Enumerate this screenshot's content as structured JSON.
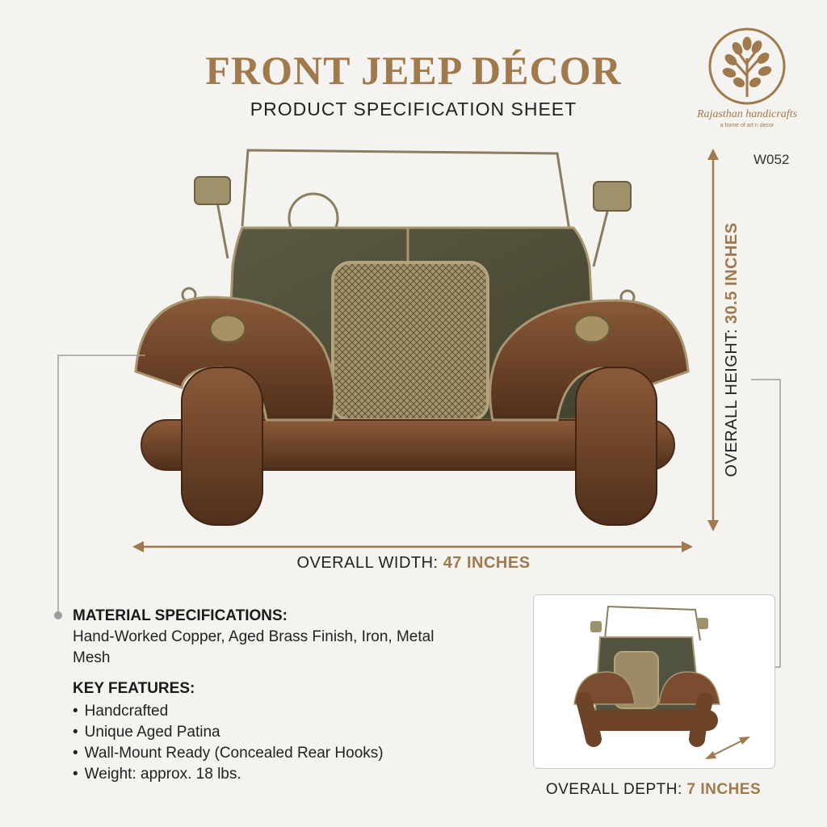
{
  "header": {
    "title": "FRONT JEEP DÉCOR",
    "subtitle": "PRODUCT SPECIFICATION SHEET"
  },
  "brand": {
    "name": "Rajasthan handicrafts",
    "tagline": "a home of art n decor",
    "logo_icon": "tree-icon",
    "accent_color": "#a07a4c"
  },
  "product": {
    "code": "W052"
  },
  "dimensions": {
    "height_label": "OVERALL HEIGHT:",
    "height_value": "30.5 INCHES",
    "width_label": "OVERALL WIDTH:",
    "width_value": "47 INCHES",
    "depth_label": "OVERALL DEPTH:",
    "depth_value": "7 INCHES"
  },
  "material": {
    "heading": "MATERIAL SPECIFICATIONS:",
    "text": "Hand-Worked Copper, Aged Brass Finish, Iron, Metal Mesh"
  },
  "features": {
    "heading": "KEY FEATURES:",
    "items": [
      "Handcrafted",
      "Unique Aged Patina",
      "Wall-Mount Ready (Concealed Rear Hooks)",
      "Weight: approx. 18 lbs."
    ]
  }
}
